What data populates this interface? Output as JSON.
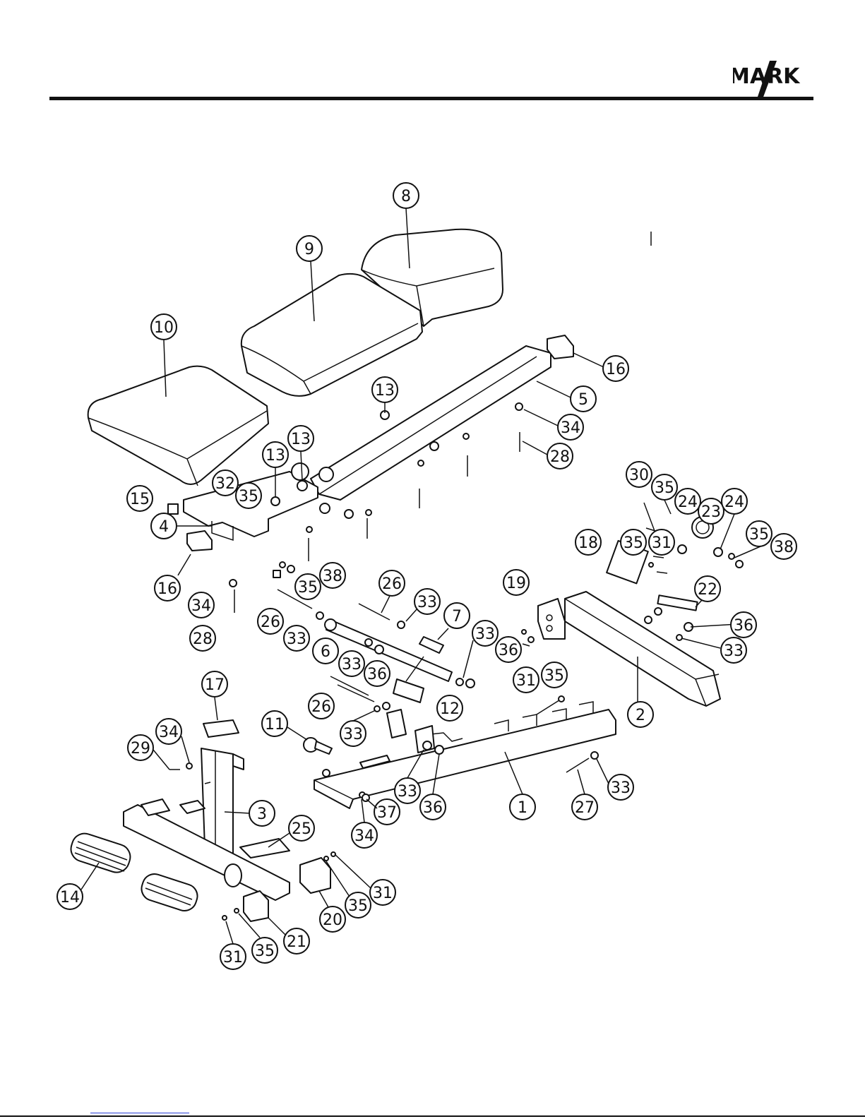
{
  "logo": {
    "letters_left": "M",
    "letters_right": "RK",
    "x_mark": "X",
    "a_glyph": "A"
  },
  "colors": {
    "ink": "#111111",
    "paper": "#ffffff",
    "link": "#2a3fd4"
  },
  "callouts": [
    {
      "id": "c8",
      "label": "8"
    },
    {
      "id": "c9",
      "label": "9"
    },
    {
      "id": "c10",
      "label": "10"
    },
    {
      "id": "c16a",
      "label": "16"
    },
    {
      "id": "c13a",
      "label": "13"
    },
    {
      "id": "c5",
      "label": "5"
    },
    {
      "id": "c34a",
      "label": "34"
    },
    {
      "id": "c13b",
      "label": "13"
    },
    {
      "id": "c13c",
      "label": "13"
    },
    {
      "id": "c28a",
      "label": "28"
    },
    {
      "id": "c32",
      "label": "32"
    },
    {
      "id": "c35a",
      "label": "35"
    },
    {
      "id": "c15",
      "label": "15"
    },
    {
      "id": "c30",
      "label": "30"
    },
    {
      "id": "c35b",
      "label": "35"
    },
    {
      "id": "c24a",
      "label": "24"
    },
    {
      "id": "c23",
      "label": "23"
    },
    {
      "id": "c24b",
      "label": "24"
    },
    {
      "id": "c35c",
      "label": "35"
    },
    {
      "id": "c38a",
      "label": "38"
    },
    {
      "id": "c4",
      "label": "4"
    },
    {
      "id": "c18",
      "label": "18"
    },
    {
      "id": "c35d",
      "label": "35"
    },
    {
      "id": "c31a",
      "label": "31"
    },
    {
      "id": "c16b",
      "label": "16"
    },
    {
      "id": "c35e",
      "label": "35"
    },
    {
      "id": "c38b",
      "label": "38"
    },
    {
      "id": "c22",
      "label": "22"
    },
    {
      "id": "c26a",
      "label": "26"
    },
    {
      "id": "c34b",
      "label": "34"
    },
    {
      "id": "c19",
      "label": "19"
    },
    {
      "id": "c33a",
      "label": "33"
    },
    {
      "id": "c7",
      "label": "7"
    },
    {
      "id": "c26b",
      "label": "26"
    },
    {
      "id": "c36a",
      "label": "36"
    },
    {
      "id": "c28b",
      "label": "28"
    },
    {
      "id": "c33b",
      "label": "33"
    },
    {
      "id": "c33c",
      "label": "33"
    },
    {
      "id": "c6",
      "label": "6"
    },
    {
      "id": "c33d",
      "label": "33"
    },
    {
      "id": "c36b",
      "label": "36"
    },
    {
      "id": "c36c",
      "label": "36"
    },
    {
      "id": "c33e",
      "label": "33"
    },
    {
      "id": "c31b",
      "label": "31"
    },
    {
      "id": "c35f",
      "label": "35"
    },
    {
      "id": "c26c",
      "label": "26"
    },
    {
      "id": "c12",
      "label": "12"
    },
    {
      "id": "c2",
      "label": "2"
    },
    {
      "id": "c17",
      "label": "17"
    },
    {
      "id": "c11",
      "label": "11"
    },
    {
      "id": "c33f",
      "label": "33"
    },
    {
      "id": "c34c",
      "label": "34"
    },
    {
      "id": "c29",
      "label": "29"
    },
    {
      "id": "c33g",
      "label": "33"
    },
    {
      "id": "c36d",
      "label": "36"
    },
    {
      "id": "c1",
      "label": "1"
    },
    {
      "id": "c27",
      "label": "27"
    },
    {
      "id": "c33h",
      "label": "33"
    },
    {
      "id": "c3",
      "label": "3"
    },
    {
      "id": "c37",
      "label": "37"
    },
    {
      "id": "c34d",
      "label": "34"
    },
    {
      "id": "c25",
      "label": "25"
    },
    {
      "id": "c31c",
      "label": "31"
    },
    {
      "id": "c14",
      "label": "14"
    },
    {
      "id": "c35g",
      "label": "35"
    },
    {
      "id": "c20",
      "label": "20"
    },
    {
      "id": "c21",
      "label": "21"
    },
    {
      "id": "c31d",
      "label": "31"
    },
    {
      "id": "c35h",
      "label": "35"
    }
  ]
}
